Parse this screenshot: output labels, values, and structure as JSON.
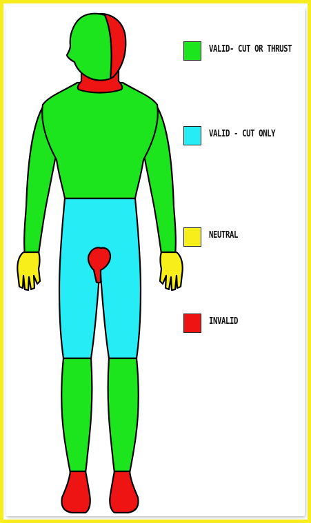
{
  "colors": {
    "frame": "#f7ec1c",
    "green": "#1de51d",
    "cyan": "#26ecf6",
    "yellow": "#f7ee1a",
    "red": "#ef1414",
    "outline": "#000000"
  },
  "legend": [
    {
      "label": "VALID- CUT OR THRUST",
      "color": "#1de51d"
    },
    {
      "label": "VALID - CUT ONLY",
      "color": "#26ecf6"
    },
    {
      "label": "NEUTRAL",
      "color": "#f7ee1a"
    },
    {
      "label": "INVALID",
      "color": "#ef1414"
    }
  ]
}
